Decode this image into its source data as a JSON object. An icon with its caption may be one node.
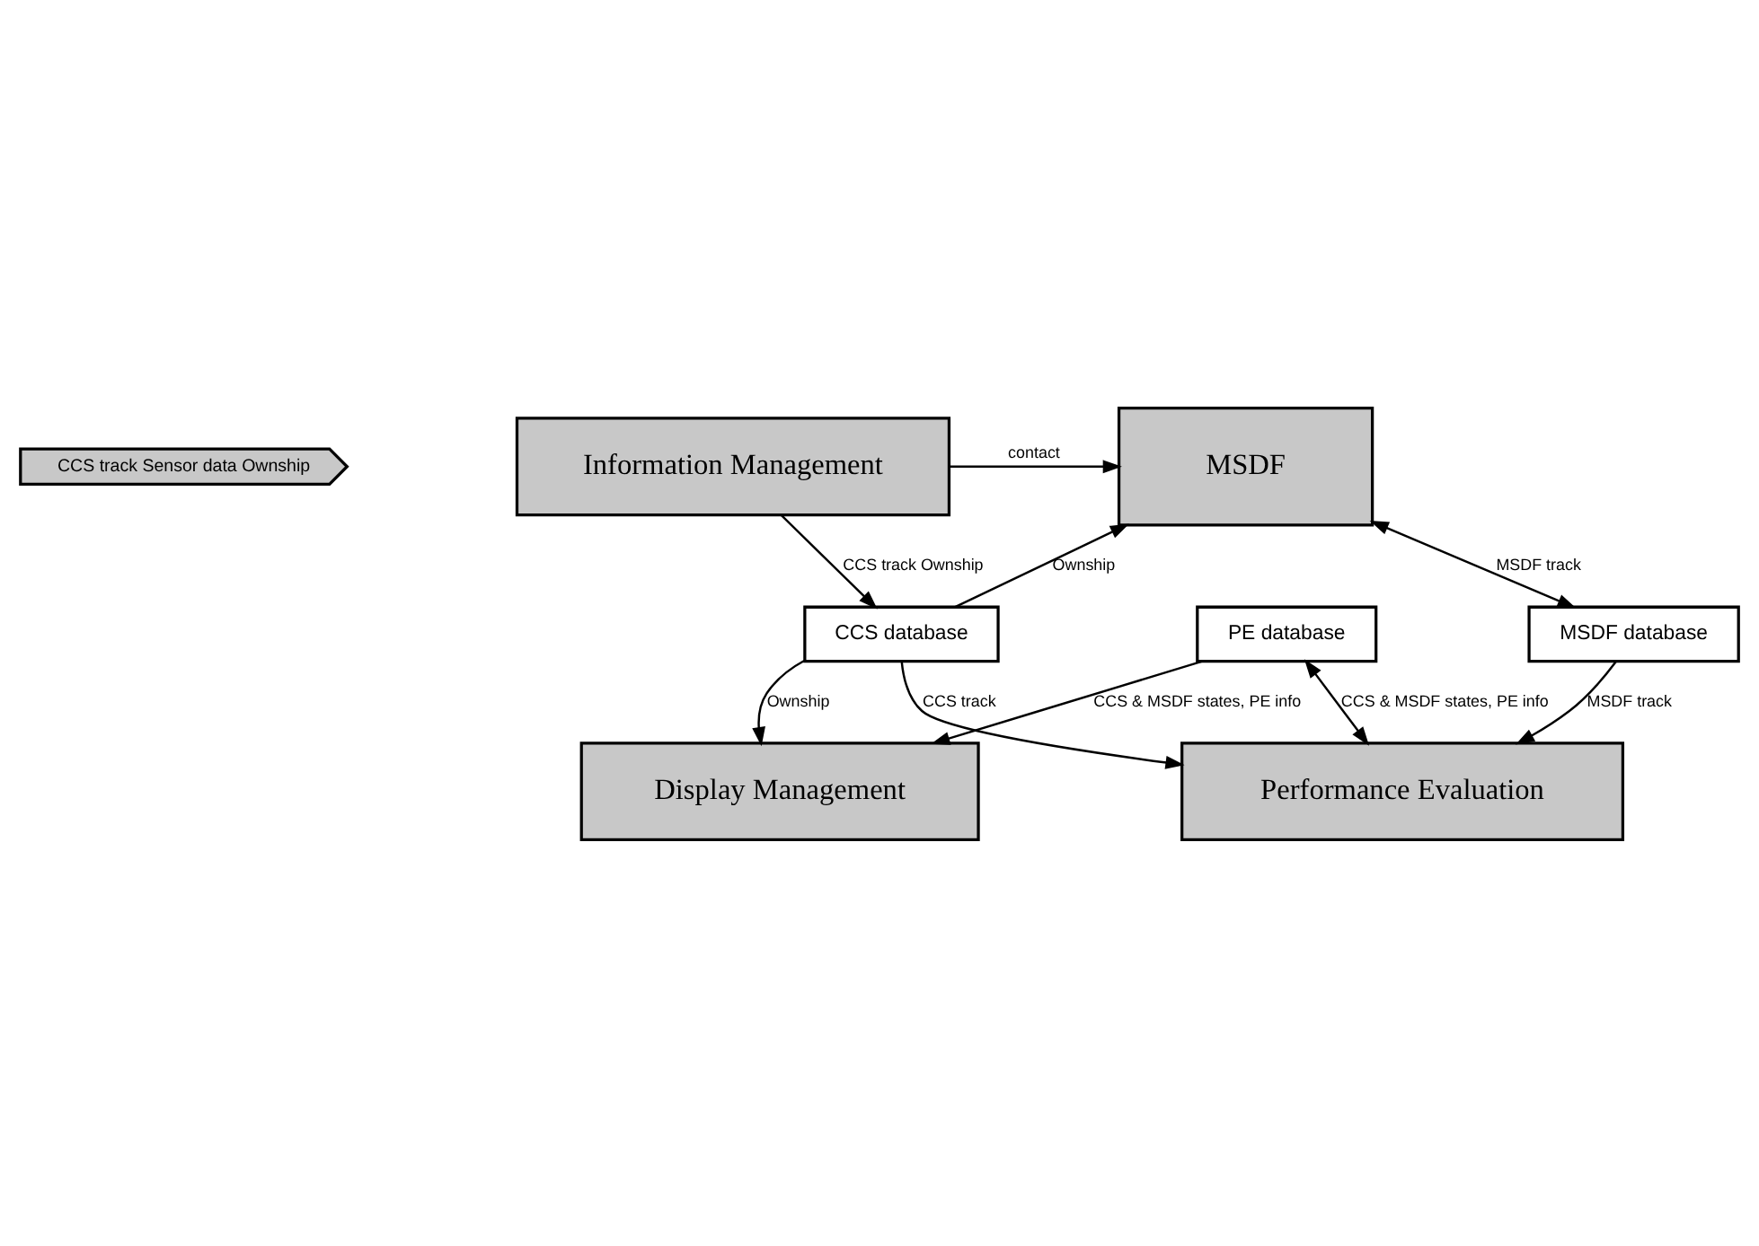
{
  "diagram": {
    "nodes": [
      {
        "text": [
          "CCS track Sensor data Ownship"
        ]
      },
      {
        "text": [
          "Information Management"
        ]
      },
      {
        "text": [
          "MSDF"
        ]
      },
      {
        "text": [
          "Display Management"
        ]
      },
      {
        "text": [
          "CCS database"
        ]
      },
      {
        "text": [
          "PE database"
        ]
      },
      {
        "text": [
          "MSDF database"
        ]
      },
      {
        "text": [
          "Performance Evaluation"
        ]
      }
    ],
    "edges": [
      {
        "from": 1,
        "to": 2,
        "arrow": "to",
        "label": "contact"
      },
      {
        "from": 4,
        "to": 2,
        "arrow": "to",
        "label": "Ownship"
      },
      {
        "from": 1,
        "to": 4,
        "arrow": "to",
        "label": "CCS track Ownship"
      },
      {
        "from": 4,
        "to": 3,
        "arrow": "to",
        "label": "Ownship"
      },
      {
        "from": 2,
        "to": 6,
        "arrow": "both",
        "label": "MSDF track"
      },
      {
        "from": 5,
        "to": 3,
        "arrow": "to",
        "label": "CCS & MSDF states, PE info"
      },
      {
        "from": 5,
        "to": 7,
        "arrow": "both",
        "label": "CCS & MSDF states, PE info"
      },
      {
        "from": 4,
        "to": 7,
        "arrow": "to",
        "label": "CCS track"
      },
      {
        "from": 6,
        "to": 7,
        "arrow": "to",
        "label": "MSDF track"
      }
    ]
  }
}
